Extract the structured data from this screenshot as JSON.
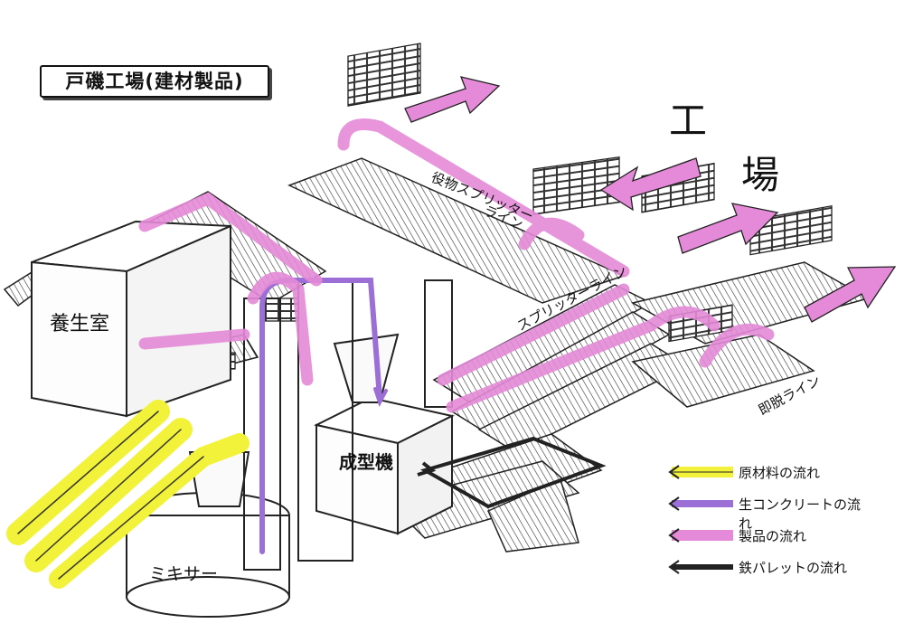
{
  "title": "戸磯工場(建材製品)",
  "labels": {
    "curing_room": "養生室",
    "mixer": "ミキサー",
    "molding_machine": "成型機",
    "factory_word_1": "工",
    "factory_word_2": "場",
    "role_splitter_line_1": "役物スプリッター",
    "role_splitter_line_2": "ライン",
    "splitter_line": "スプリッターライン",
    "shipping_line": "即脱ライン"
  },
  "legend": [
    {
      "label": "原材料の流れ",
      "color": "#f3f23a"
    },
    {
      "label": "生コンクリートの流れ",
      "color": "#9b6fd6"
    },
    {
      "label": "製品の流れ",
      "color": "#e58ad8"
    },
    {
      "label": "鉄パレットの流れ",
      "color": "#222222"
    }
  ]
}
